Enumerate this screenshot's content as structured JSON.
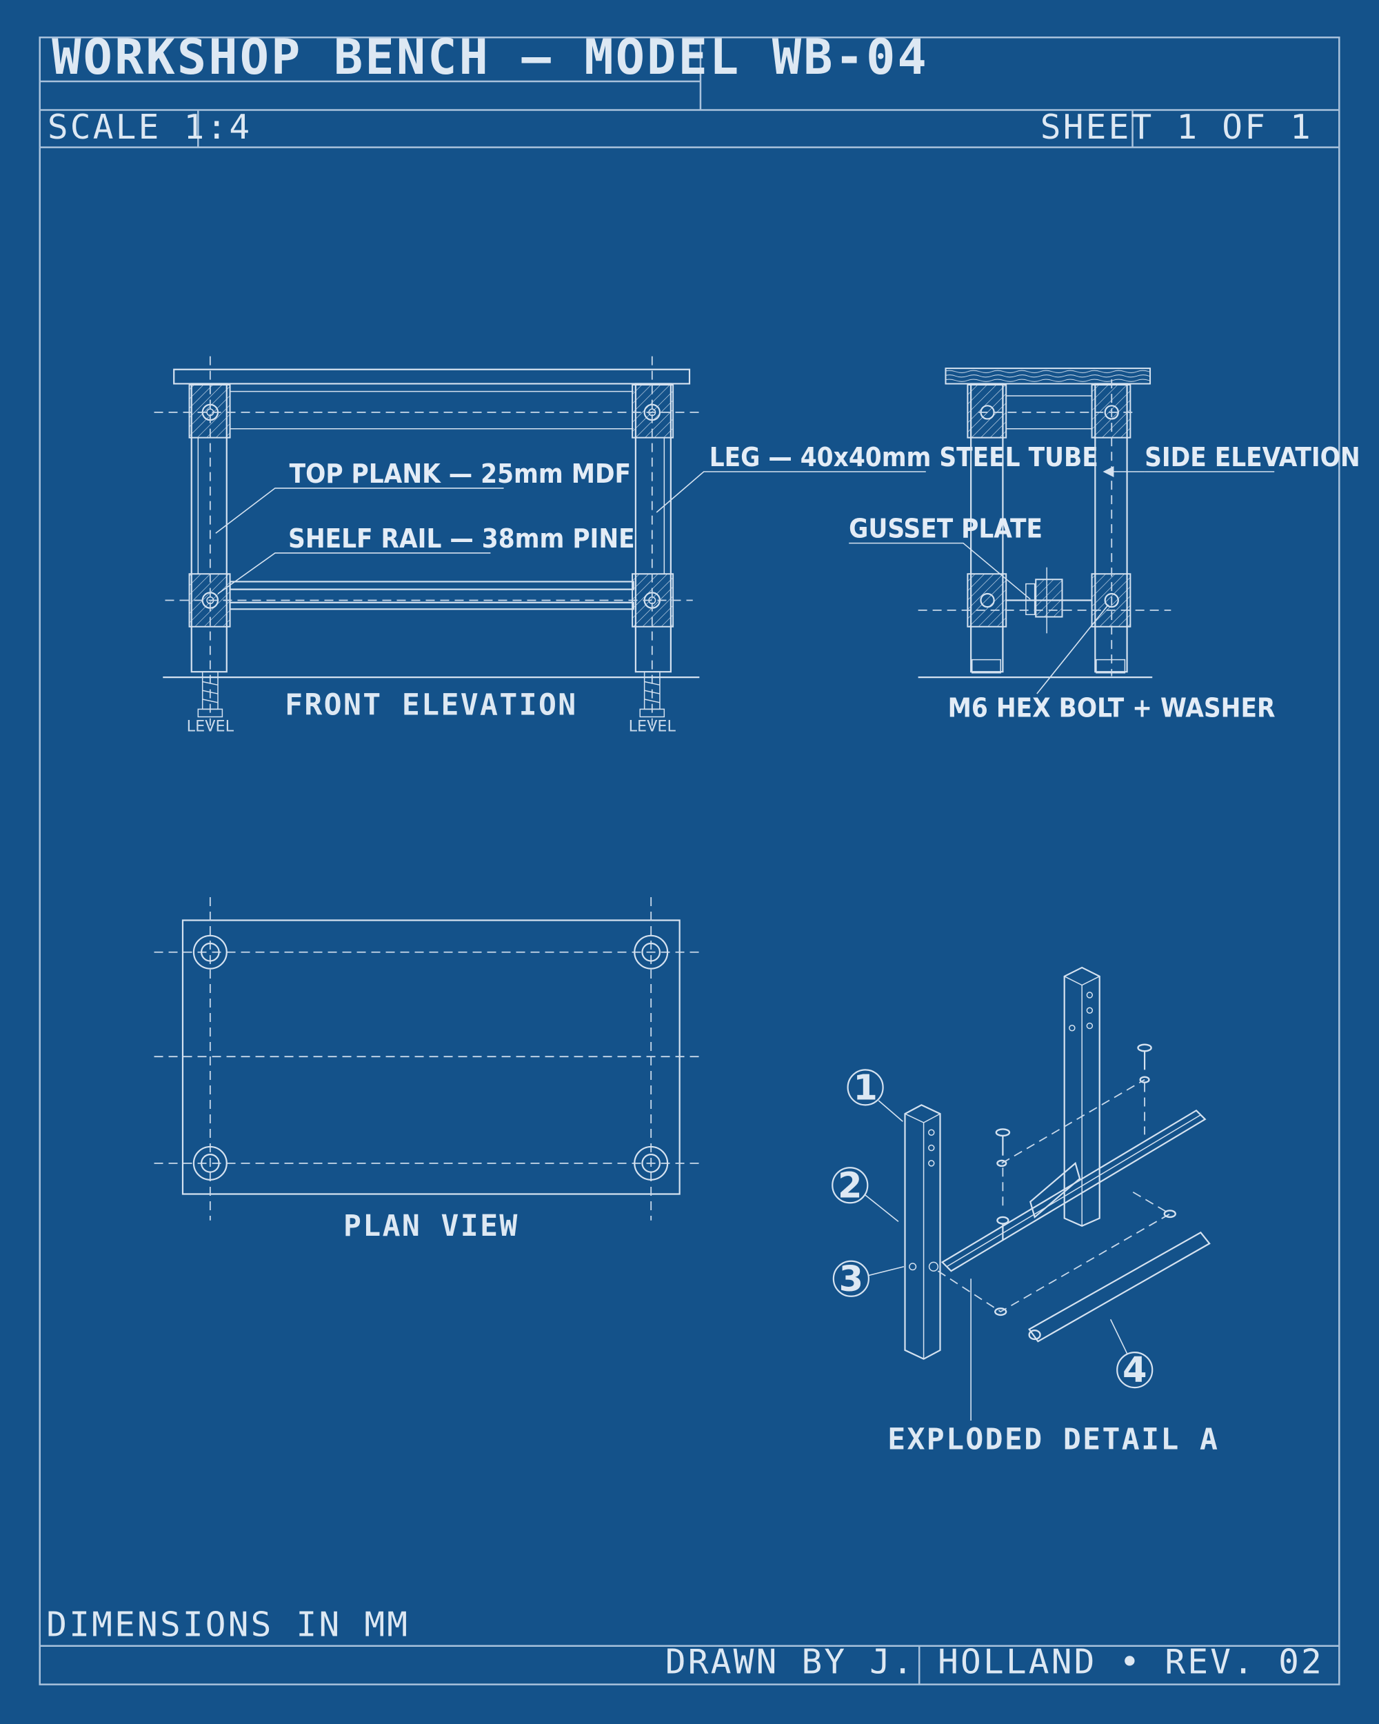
{
  "title_block": {
    "title": "WORKSHOP BENCH — MODEL WB-04",
    "scale": "SCALE 1:4",
    "sheet": "SHEET 1 OF 1",
    "units_note": "DIMENSIONS IN MM",
    "drawn_by": "DRAWN BY J. HOLLAND • REV. 02"
  },
  "front_elevation": {
    "caption": "FRONT ELEVATION",
    "callouts": {
      "top_plank": "TOP PLANK — 25mm MDF",
      "shelf_rail": "SHELF RAIL — 38mm PINE",
      "leg": "LEG — 40x40mm STEEL TUBE"
    },
    "foot_label_left": "LEVEL",
    "foot_label_right": "LEVEL"
  },
  "side_elevation": {
    "caption": "SIDE ELEVATION",
    "callouts": {
      "gusset": "GUSSET PLATE",
      "bolt": "M6 HEX BOLT + WASHER"
    }
  },
  "plan_view": {
    "caption": "PLAN VIEW"
  },
  "exploded_detail": {
    "caption": "EXPLODED DETAIL A",
    "balloons": [
      "1",
      "2",
      "3",
      "4"
    ]
  },
  "colors": {
    "background": "#14528a",
    "line": "#d5e2f0",
    "border": "#a9c2dc"
  }
}
